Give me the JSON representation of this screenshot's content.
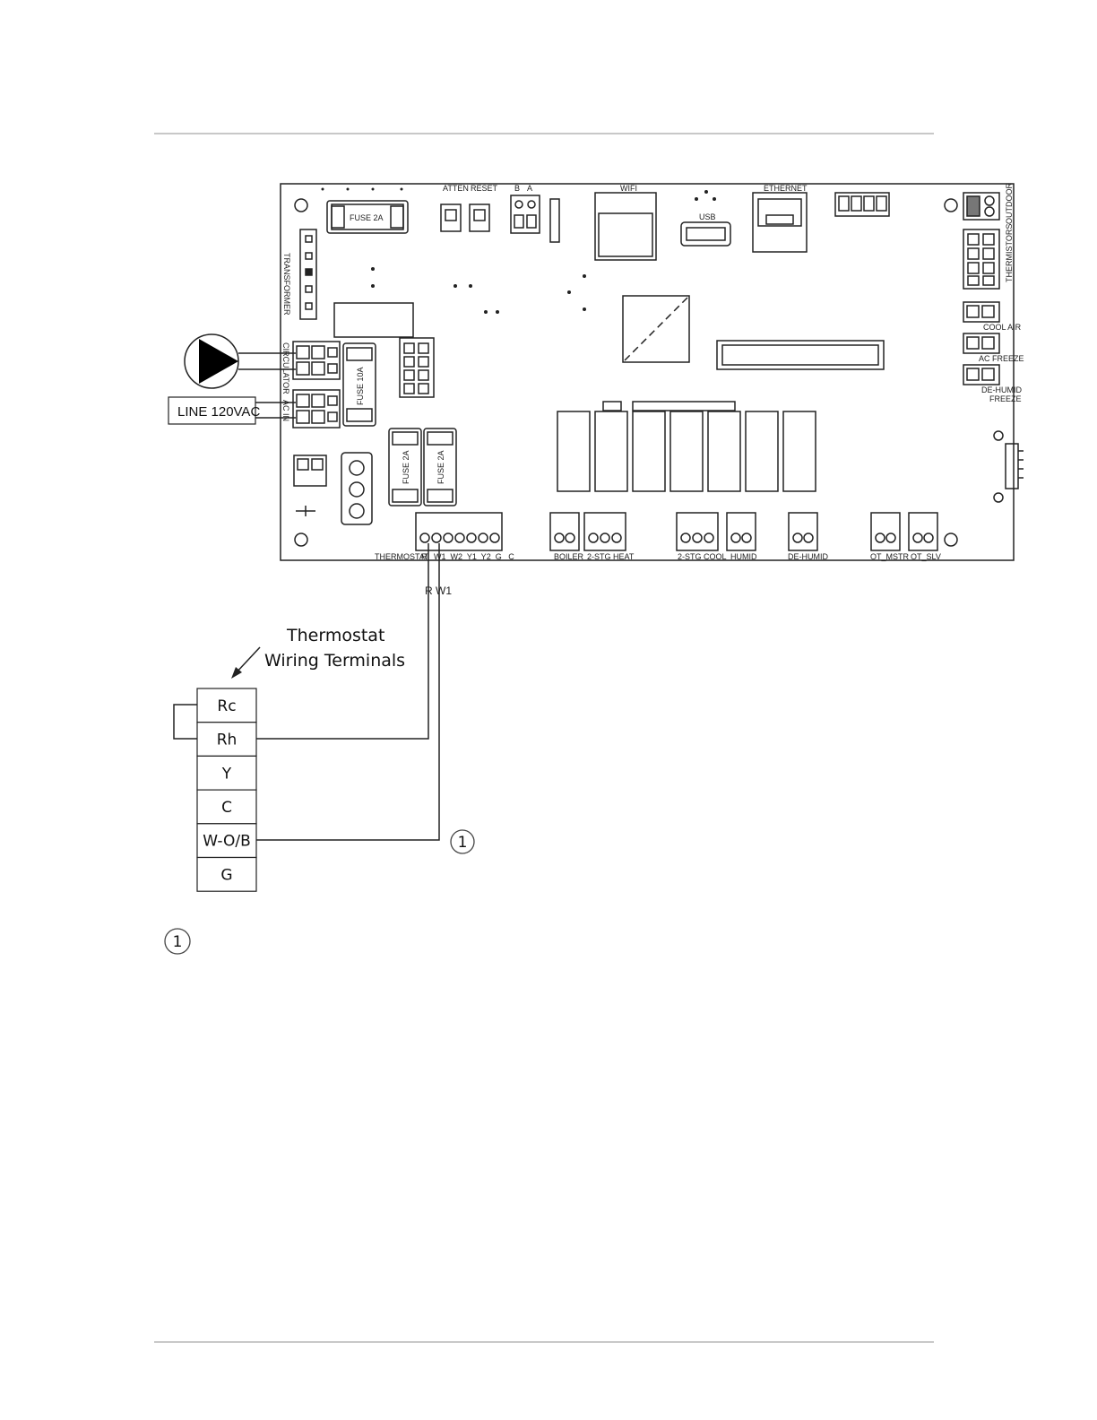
{
  "board": {
    "fuse_top": "FUSE 2A",
    "transformer": "TRANSFORMER",
    "circulator": "CIRCULATOR",
    "ac_in": "AC IN",
    "fuse_10a": "FUSE 10A",
    "fuse_2a_left": "FUSE 2A",
    "fuse_2a_right": "FUSE 2A",
    "atten": "ATTEN",
    "reset": "RESET",
    "b_label": "B",
    "a_label": "A",
    "wifi": "WIFI",
    "usb": "USB",
    "ethernet": "ETHERNET",
    "outdoor": "OUTDOOR",
    "thermistors": "THERMISTORS",
    "cool_air": "COOL AIR",
    "ac_freeze": "AC FREEZE",
    "dehumid_freeze_1": "DE-HUMID",
    "dehumid_freeze_2": "FREEZE",
    "thermostat": "THERMOSTAT",
    "thermostat_pins": "R   W1  W2  Y1  Y2  G   C",
    "boiler": "BOILER",
    "two_stg_heat": "2-STG HEAT",
    "two_stg_cool": "2-STG COOL",
    "humid": "HUMID",
    "de_humid": "DE-HUMID",
    "ot_mstr": "OT_MSTR",
    "ot_slv": "OT_SLV"
  },
  "line_label": "LINE 120VAC",
  "wire_label": "R W1",
  "caption_line1": "Thermostat",
  "caption_line2": "Wiring Terminals",
  "terminals": [
    "Rc",
    "Rh",
    "Y",
    "C",
    "W-O/B",
    "G"
  ],
  "callout_number": "1",
  "footnote_number": "1"
}
